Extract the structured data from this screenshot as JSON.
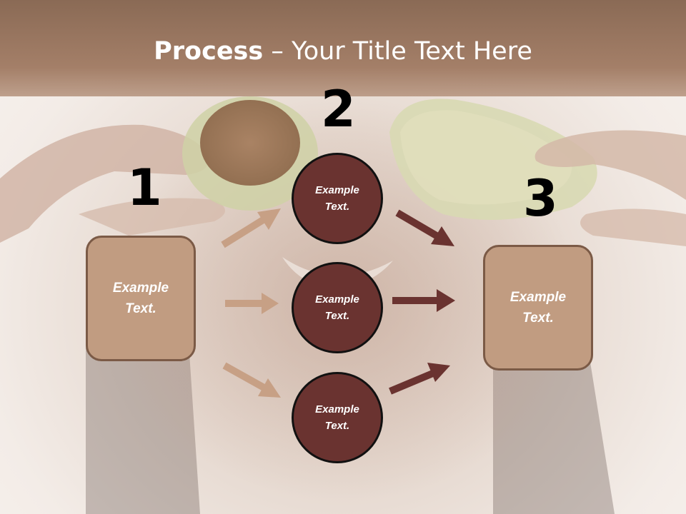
{
  "title": {
    "bold": "Process",
    "rest": " – Your Title Text Here"
  },
  "steps": {
    "one": "1",
    "two": "2",
    "three": "3"
  },
  "left_box": {
    "line1": "Example",
    "line2": "Text."
  },
  "right_box": {
    "line1": "Example",
    "line2": "Text."
  },
  "circles": [
    {
      "line1": "Example",
      "line2": "Text."
    },
    {
      "line1": "Example",
      "line2": "Text."
    },
    {
      "line1": "Example",
      "line2": "Text."
    }
  ],
  "colors": {
    "title_bar": "#a47f68",
    "box_fill": "#c19c81",
    "circle_fill": "#6a3330",
    "light_arrow": "#c7a085",
    "dark_arrow": "#6a3330"
  }
}
